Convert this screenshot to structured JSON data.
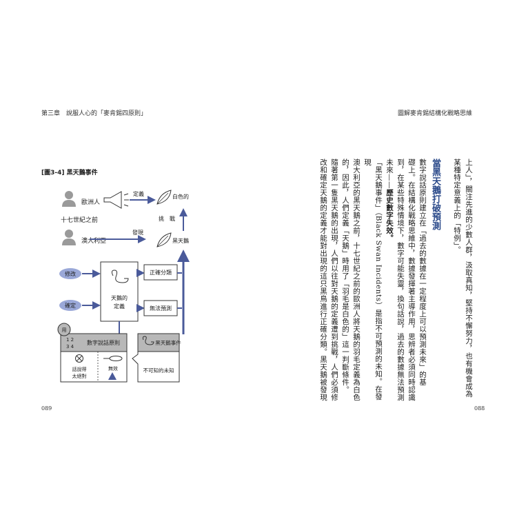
{
  "left_page": {
    "header": "第三章　說服人心的「麥肯錫四原則」",
    "folio": "089",
    "figure": {
      "title": "[圖3-4] 黑天鵝事件",
      "europeans": "歐洲人",
      "before_17c": "十七世紀之前",
      "australia": "澳大利亞",
      "define": "定義",
      "discover": "發現",
      "white": "白色的",
      "challenge": "挑　戰",
      "black_swan": "黑天鵝",
      "modify": "修改",
      "confirm": "確定",
      "swan_def_line1": "天鵝的",
      "swan_def_line2": "定義",
      "correct_classify": "正確分類",
      "cannot_predict": "無法預測",
      "use": "用",
      "numbers_top": "1 2",
      "numbers_bottom": "3 4",
      "principle": "數字說話原則",
      "talk_line1": "話說得",
      "talk_line2": "太絕對",
      "invalid": "無效",
      "bs_event": "黑天鵝事件",
      "unknown": "不可知的未知"
    }
  },
  "right_page": {
    "header": "圖解麥肯錫結構化戰略思維",
    "folio": "088",
    "columns": [
      "上人」，關注先進的少數人群，汲取真知，堅持不懈努力，也有機會成為",
      "某種特定意義上的「特例」。",
      "數字說話原則建立在「過去的數據在一定程度上可以預測未來」的基",
      "礎上。在結構化戰略思維中，數據發揮著主導作用，思辨者必須同時認識",
      "到，在某些特殊情境下，數字可能失靈，換句話說，過去的數據無法預測",
      "未來——",
      "「黑天鵝事件」（Black Swan Incidents）是指不可預測的未知。在發現",
      "澳大利亞的黑天鵝之前，十七世紀之前的歐洲人將天鵝的羽毛定義為白色",
      "的，因此，人們定義「天鵝」時用了「羽毛是白色的」這一判斷條件。",
      "隨著第一隻黑天鵝的出現，人們以往對天鵝的定義遭到挑戰，人們必須修",
      "改和確定天鵝的定義才能對出現的這只黑鳥進行正確分類。黑天鵝被發現"
    ],
    "heading": "當黑天鵝打破預測",
    "bold_phrase": "歷史數字失效。"
  },
  "colors": {
    "arrow": "#4a5a9a",
    "blue_oval": "#9aa8d8",
    "gray_box": "#b8b8b8",
    "heading": "#2b4a8a"
  }
}
